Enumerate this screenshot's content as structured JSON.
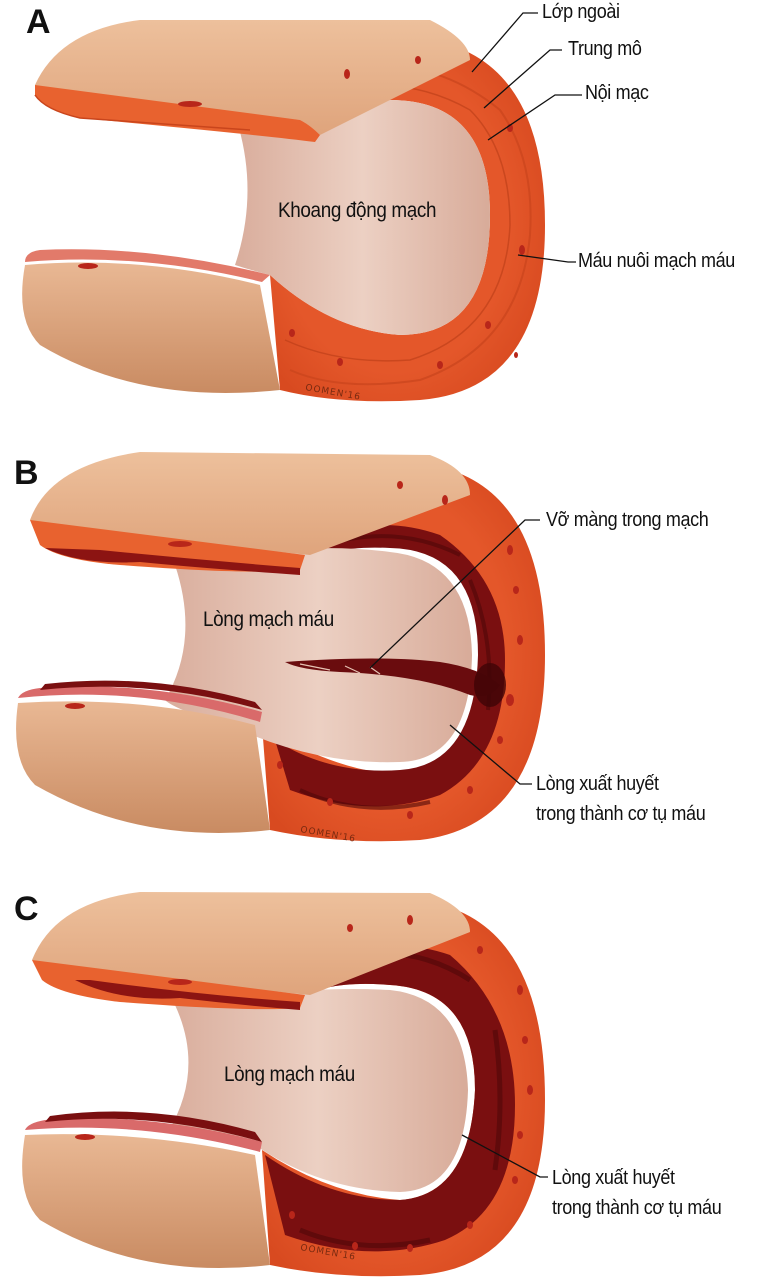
{
  "colors": {
    "outer_skin": "#e8b48c",
    "outer_skin_shade": "#d6976c",
    "media": "#e8622f",
    "media_dark": "#c9451c",
    "lumen": "#e6c2b3",
    "lumen_shade": "#c99a8c",
    "hematoma": "#7a0f10",
    "hematoma_dark": "#4e0608",
    "vasa": "#b8261a",
    "leader": "#111111"
  },
  "panels": [
    {
      "letter": "A",
      "inner_label": "Khoang động mạch",
      "callouts": [
        "Lớp ngoài",
        "Trung mô",
        "Nội mạc",
        "Máu nuôi mạch máu"
      ],
      "signature": "OOMEN'16"
    },
    {
      "letter": "B",
      "inner_label": "Lòng mạch máu",
      "callouts": [
        "Vỡ màng trong mạch",
        [
          "Lòng xuất huyết",
          "trong thành cơ tụ máu"
        ]
      ],
      "signature": "OOMEN'16"
    },
    {
      "letter": "C",
      "inner_label": "Lòng mạch máu",
      "callouts": [
        [
          "Lòng xuất huyết",
          "trong thành cơ tụ máu"
        ]
      ],
      "signature": "OOMEN'16"
    }
  ]
}
